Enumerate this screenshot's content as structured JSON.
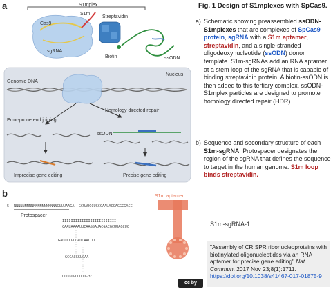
{
  "panel_a": {
    "letter": "a",
    "s1mplex_label": "S1mplex",
    "cas9_label": "Cas9",
    "s1m_label": "S1m",
    "streptavidin_label": "Streptavidin",
    "sgrna_label": "sgRNA",
    "biotin_label": "Biotin",
    "ssodn_label": "ssODN",
    "genomic_dna_label": "Genomic DNA",
    "nucleus_label": "Nucleus",
    "error_prone_label": "Error-prone end joining",
    "hdr_label": "Homology directed repair",
    "ssodn_small_label": "ssODN",
    "imprecise_label": "Imprecise gene editing",
    "precise_label": "Precise gene editing"
  },
  "panel_b": {
    "letter": "b",
    "five_prime": "5'-",
    "three_prime": "-3'",
    "protospacer_label": "Protospacer",
    "s1m_aptamer_label": "S1m aptamer",
    "sgrna_name": "S1m-sgRNA-1",
    "seq_line1": "NNNNNNNNNNNNNNNNNNNNGUUUAAGA--GCUAUGCUGCGAAUACGAGGCGACC",
    "seq_line2": "IIIIIIIIIIIIIIIIIIIIIIIII",
    "seq_line3": "CAAUAAAAUUCAAGGAUACGACGCUUAGCUC",
    "seq_line4": "GAGUCCGUUAUCAACUU",
    "seq_line5": "GCCACGGUGAA",
    "seq_line6": "UCGGUGCUUUU-3'"
  },
  "description": {
    "title": "Fig. 1  Design of S1mplexes with SpCas9.",
    "a": {
      "label": "a)",
      "t1": "Schematic showing preassembled ",
      "t2": "ssODN-S1mplexes",
      "t3": " that are complexes of ",
      "t4": "SpCas9 protein",
      "t5": ", ",
      "t6": "sgRNA",
      "t7": " with a ",
      "t8": "S1m aptamer",
      "t9": ", ",
      "t10": "streptavidin",
      "t11": ", and a single-stranded oligodeoxynucleotide (",
      "t12": "ssODN",
      "t13": ") donor template. S1m-sgRNAs add an RNA aptamer at a stem loop of the sgRNA that is capable of binding streptavidin protein. A biotin-ssODN is then added to this tertiary complex. ssODN-S1mplex particles are designed to promote homology directed repair (HDR)."
    },
    "b": {
      "label": "b)",
      "t1": "Sequence and secondary structure of each ",
      "t2": "S1m-sgRNA",
      "t3": ". Protospacer designates the region of the sgRNA that defines the sequence to target in the human genome. ",
      "t4": "S1m loop binds streptavidin."
    }
  },
  "citation": {
    "text1": "\"Assembly of CRISPR ribonucleoproteins with biotinylated oligonucleotides via an RNA aptamer for precise gene editing\" ",
    "journal": "Nat Commun",
    "text2": ". 2017 Nov 23;8(1):1711.",
    "doi": "https://doi.org/10.1038/s41467-017-01875-9",
    "license_badge": "cc by"
  },
  "colors": {
    "cas9": "#b9d3ee",
    "aptamer": "#e8785a",
    "nucleus": "#dde2ea",
    "dna": "#666666",
    "blue_text": "#1a56c4",
    "red_text": "#b22222"
  }
}
